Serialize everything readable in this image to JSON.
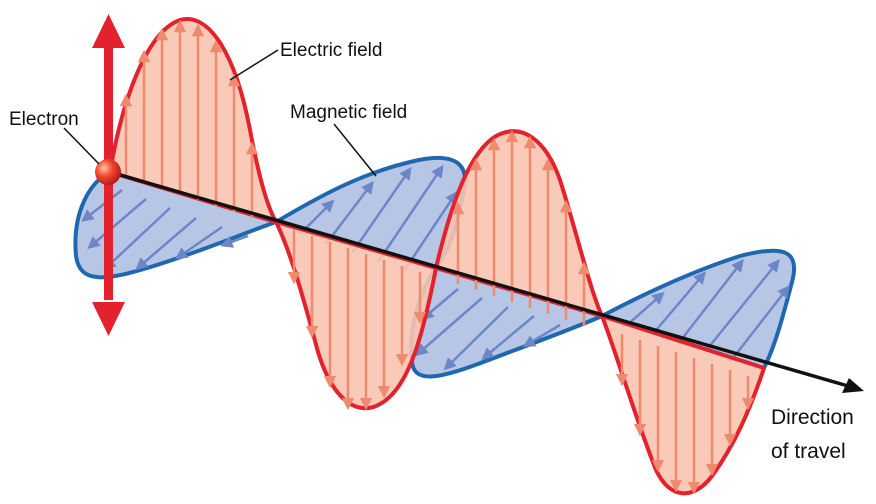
{
  "labels": {
    "electric_field": "Electric field",
    "magnetic_field": "Magnetic field",
    "electron": "Electron",
    "direction_line1": "Direction",
    "direction_line2": "of travel"
  },
  "colors": {
    "electric_stroke": "#e3222d",
    "electric_fill": "#f8c4b0",
    "electric_vectors": "#f08a6e",
    "magnetic_stroke": "#1f68b0",
    "magnetic_fill": "#b8c6e6",
    "magnetic_vectors": "#6c86c8",
    "axis": "#111111",
    "electron": "#e43c2c"
  }
}
